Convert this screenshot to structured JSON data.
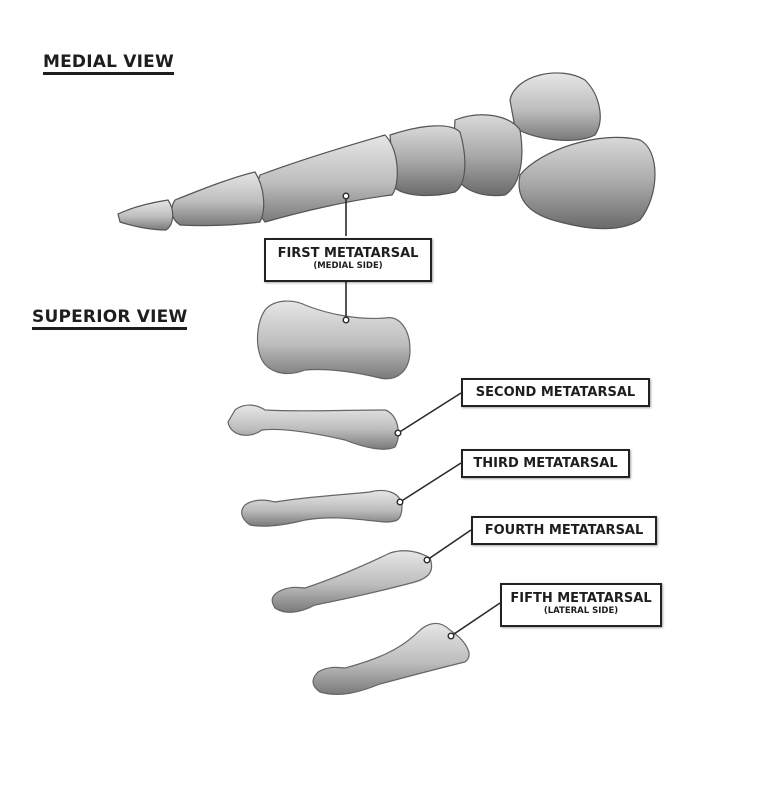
{
  "headings": {
    "medial_view": "MEDIAL VIEW",
    "superior_view": "SUPERIOR VIEW"
  },
  "labels": [
    {
      "id": "first",
      "main": "FIRST METATARSAL",
      "sub": "(MEDIAL SIDE)"
    },
    {
      "id": "second",
      "main": "SECOND METATARSAL",
      "sub": ""
    },
    {
      "id": "third",
      "main": "THIRD METATARSAL",
      "sub": ""
    },
    {
      "id": "fourth",
      "main": "FOURTH METATARSAL",
      "sub": ""
    },
    {
      "id": "fifth",
      "main": "FIFTH METATARSAL",
      "sub": "(LATERAL SIDE)"
    }
  ],
  "colors": {
    "bone_light": "#e4e4e4",
    "bone_mid": "#b5b5b5",
    "bone_dark": "#6e6e6e",
    "ink": "#1e1e1e"
  }
}
